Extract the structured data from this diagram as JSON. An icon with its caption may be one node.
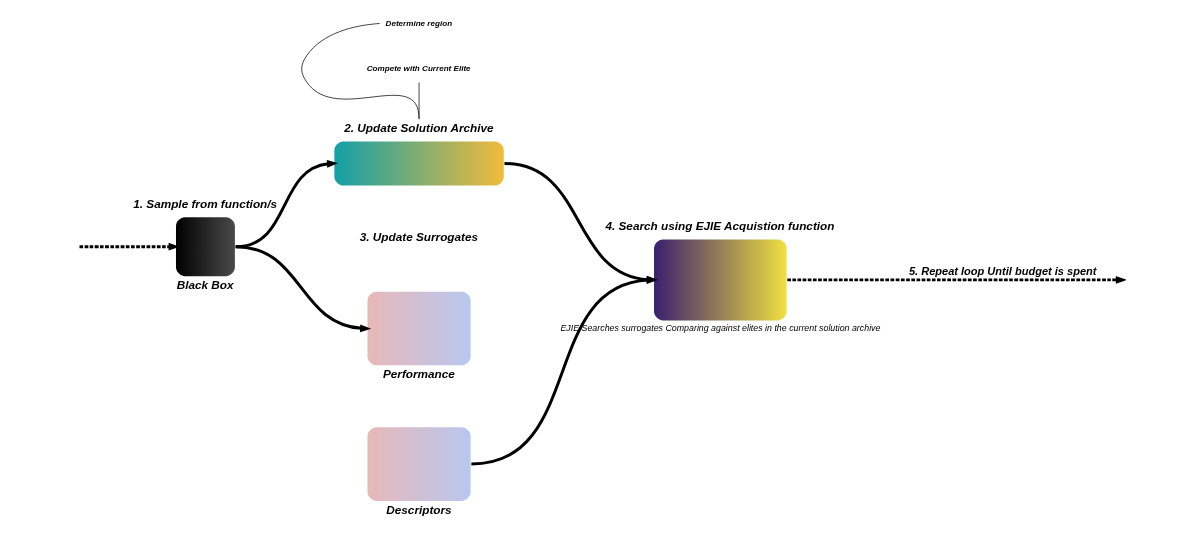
{
  "diagram": {
    "nodes": [
      {
        "text": [
          "1. Sample from function/s",
          "Black Box"
        ]
      },
      {
        "text": [
          "2. Update Solution Archive"
        ]
      },
      {
        "text": [
          "Determine region"
        ]
      },
      {
        "text": [
          "Compete with Current Elite"
        ]
      },
      {
        "text": [
          "Performance"
        ]
      },
      {
        "text": [
          "Descriptors"
        ]
      },
      {
        "text": [
          "4. Search using EJIE Acquistion function"
        ],
        "beside": [
          "EJIE Searches surrogates Comparing against elites in the current solution archive"
        ]
      }
    ],
    "edges": [
      {
        "from": null,
        "to": 0,
        "arrow": "to",
        "style": "dashed"
      },
      {
        "from": 0,
        "to": 1,
        "arrow": "to"
      },
      {
        "from": 0,
        "to": 4,
        "arrow": "to"
      },
      {
        "from": 2,
        "to": 1,
        "arrow": "none"
      },
      {
        "from": 3,
        "to": 1,
        "arrow": "none"
      },
      {
        "from": 1,
        "to": 6,
        "arrow": "to"
      },
      {
        "from": 5,
        "to": 6,
        "arrow": "to"
      },
      {
        "from": 6,
        "to": null,
        "arrow": "to",
        "style": "dashed",
        "label": "5. Repeat loop Until budget is spent"
      }
    ],
    "labels": [
      "3. Update Surrogates"
    ]
  }
}
